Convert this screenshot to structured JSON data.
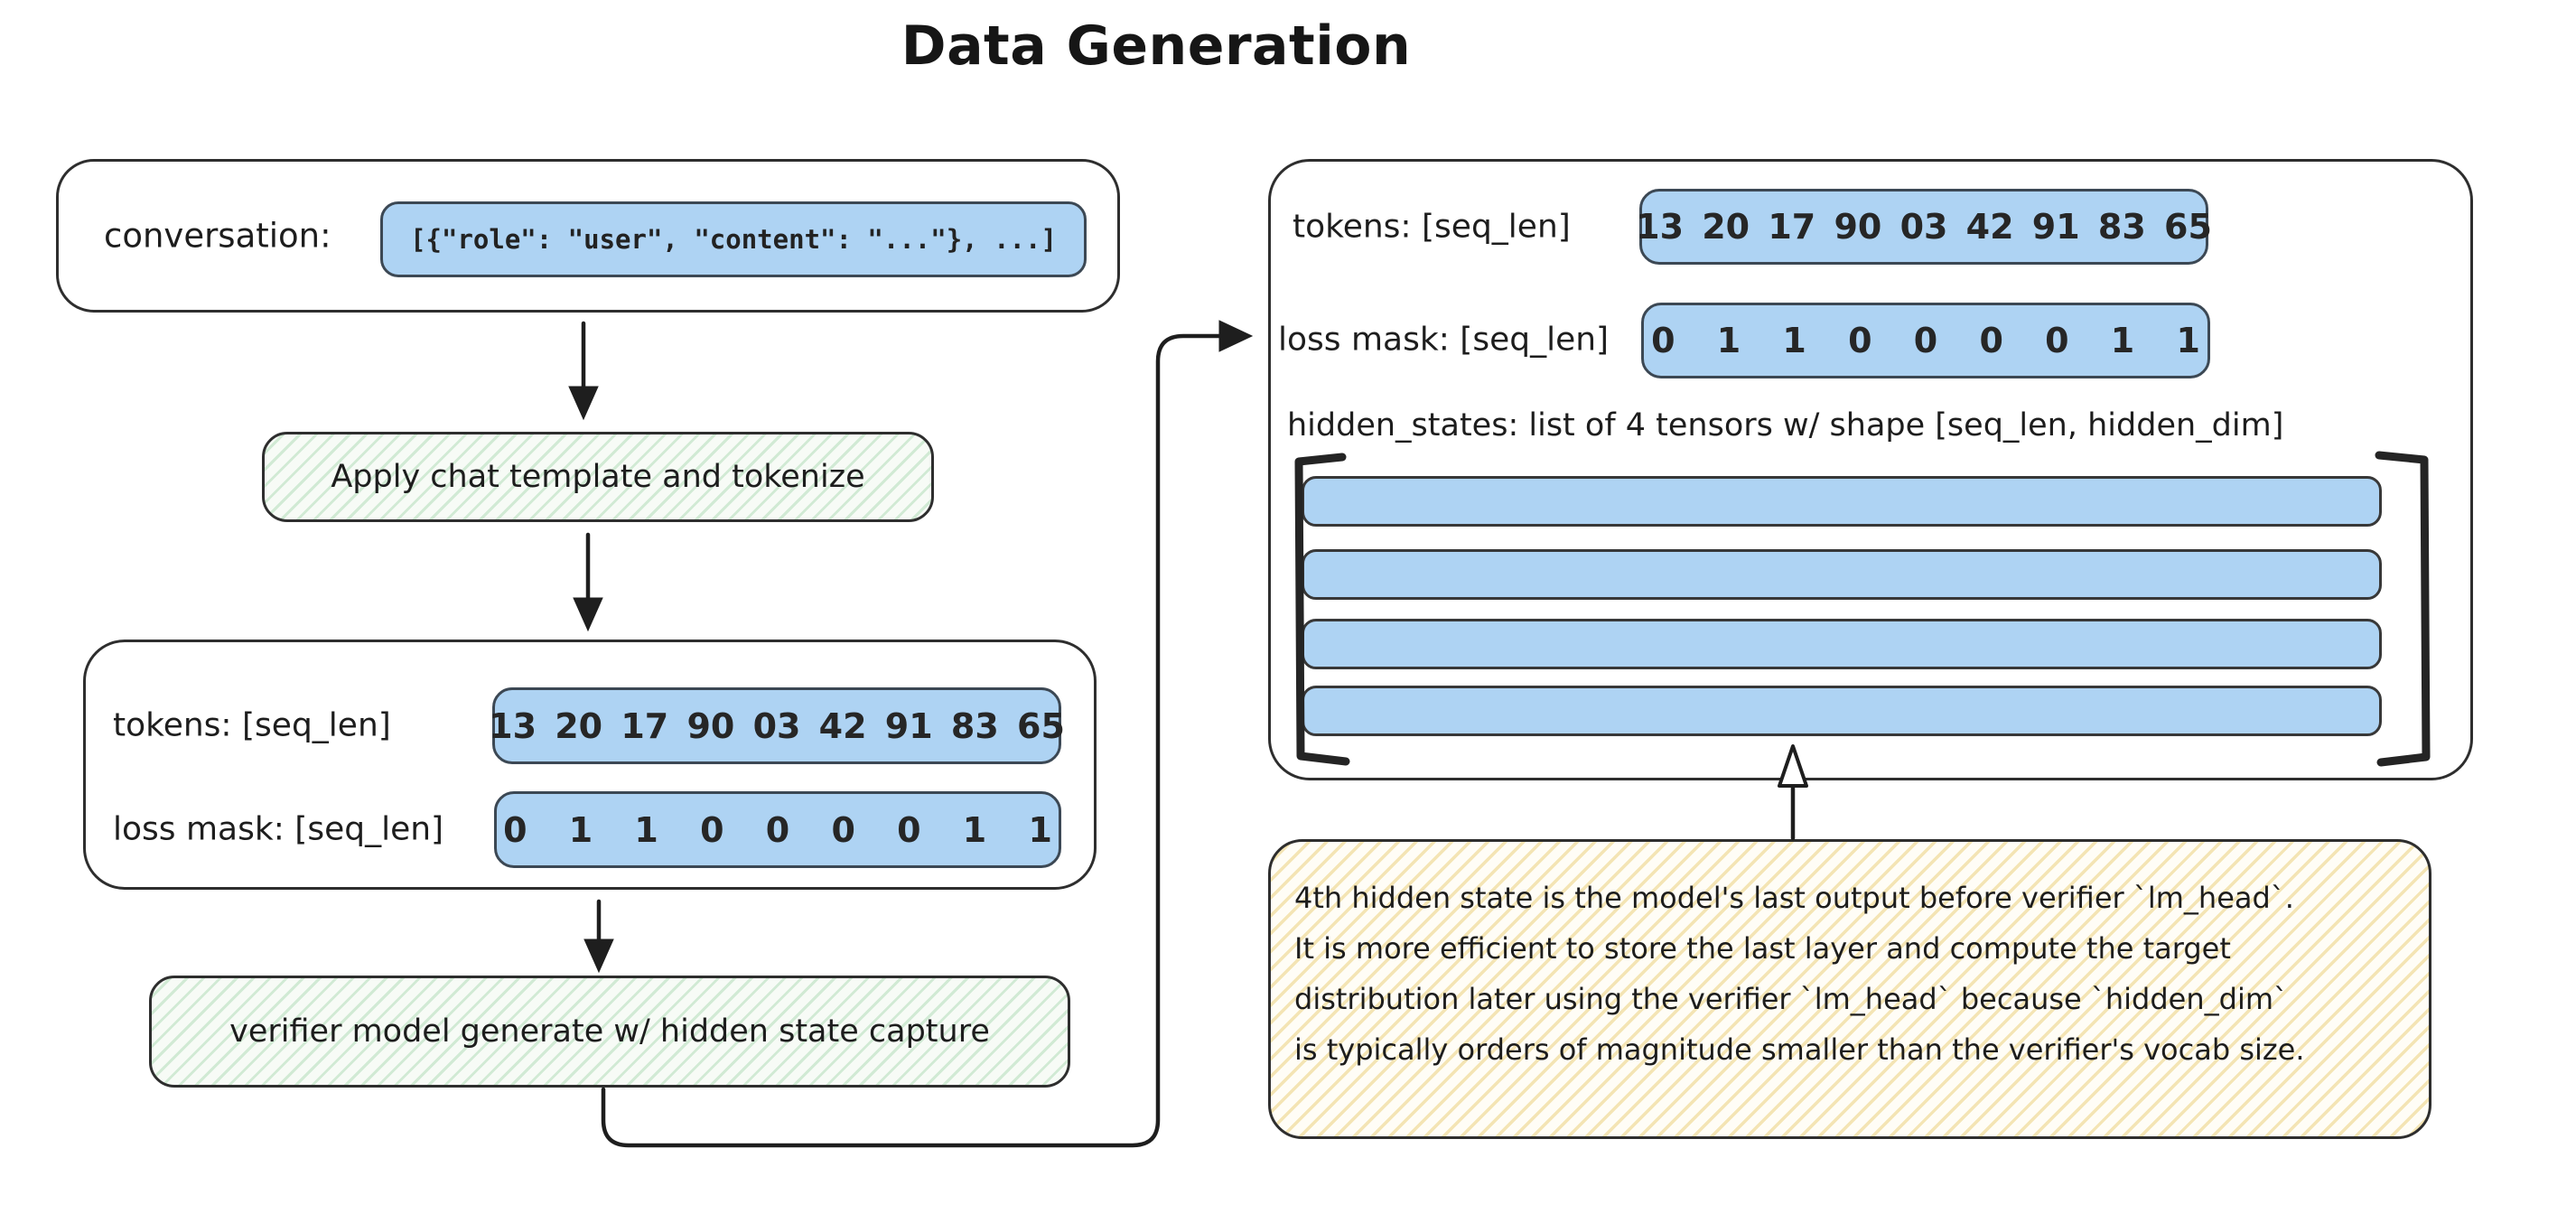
{
  "title": "Data Generation",
  "colors": {
    "token_fill": "#aed3f3",
    "token_border": "#3c4854",
    "outline": "#2e2e2e",
    "arrow": "#1e1e1e"
  },
  "left": {
    "conversation_label": "conversation:",
    "conversation_code": "[{\"role\": \"user\", \"content\": \"...\"}, ...]",
    "step1_label": "Apply chat template and tokenize",
    "tokens_label": "tokens: [seq_len]",
    "tokens_values": "13 20 17 90 03 42 91 83 65",
    "loss_mask_label": "loss mask: [seq_len]",
    "loss_mask_values": "0 1 1 0 0 0 0 1 1",
    "step2_label": "verifier model generate w/ hidden state capture"
  },
  "right": {
    "tokens_label": "tokens: [seq_len]",
    "tokens_values": "13 20 17 90 03 42 91 83 65",
    "loss_mask_label": "loss mask: [seq_len]",
    "loss_mask_values": "0 1 1 0 0 0 0 1 1",
    "hidden_states_label": "hidden_states: list of 4 tensors w/ shape [seq_len, hidden_dim]",
    "note_lines": [
      "4th hidden state is the model's last output before verifier `lm_head`.",
      "It is more efficient to store the last layer and compute the target",
      "distribution later using the verifier `lm_head` because `hidden_dim`",
      "is typically orders of magnitude smaller than the verifier's vocab size."
    ]
  }
}
